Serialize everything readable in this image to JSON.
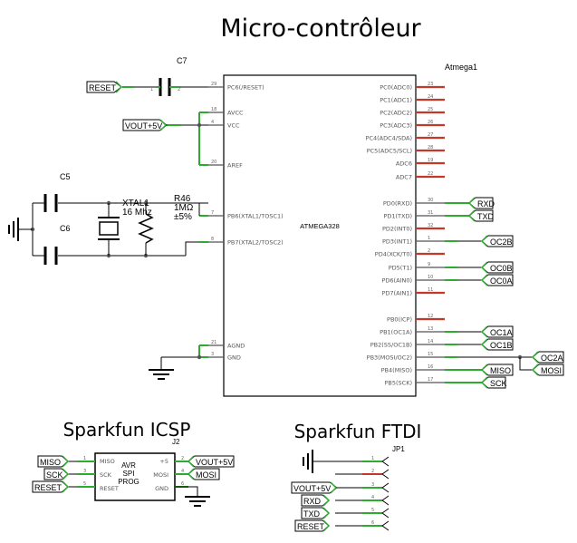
{
  "page_title": "Micro-contrôleur",
  "mcu": {
    "ref": "Atmega1",
    "name": "ATMEGA328",
    "left_pins": [
      {
        "label": "PC6(/RESET)",
        "num": "29"
      },
      {
        "label": "AVCC",
        "num": "18"
      },
      {
        "label": "VCC",
        "num": "4"
      },
      {
        "label": "AREF",
        "num": "20"
      },
      {
        "label": "PB6(XTAL1/TOSC1)",
        "num": "7"
      },
      {
        "label": "PB7(XTAL2/TOSC2)",
        "num": "8"
      },
      {
        "label": "AGND",
        "num": "21"
      },
      {
        "label": "GND",
        "num": "3"
      }
    ],
    "right_pins": [
      {
        "label": "PC0(ADC0)",
        "num": "23"
      },
      {
        "label": "PC1(ADC1)",
        "num": "24"
      },
      {
        "label": "PC2(ADC2)",
        "num": "25"
      },
      {
        "label": "PC3(ADC3)",
        "num": "26"
      },
      {
        "label": "PC4(ADC4/SDA)",
        "num": "27"
      },
      {
        "label": "PC5(ADC5/SCL)",
        "num": "28"
      },
      {
        "label": "ADC6",
        "num": "19"
      },
      {
        "label": "ADC7",
        "num": "22"
      },
      {
        "label": "PD0(RXD)",
        "num": "30"
      },
      {
        "label": "PD1(TXD)",
        "num": "31"
      },
      {
        "label": "PD2(INT0)",
        "num": "32"
      },
      {
        "label": "PD3(INT1)",
        "num": "1"
      },
      {
        "label": "PD4(XCK/T0)",
        "num": "2"
      },
      {
        "label": "PD5(T1)",
        "num": "9"
      },
      {
        "label": "PD6(AIN0)",
        "num": "10"
      },
      {
        "label": "PD7(AIN1)",
        "num": "11"
      },
      {
        "label": "PB0(ICP)",
        "num": "12"
      },
      {
        "label": "PB1(OC1A)",
        "num": "13"
      },
      {
        "label": "PB2(SS/OC1B)",
        "num": "14"
      },
      {
        "label": "PB3(MOSI/OC2)",
        "num": "15"
      },
      {
        "label": "PB4(MISO)",
        "num": "16"
      },
      {
        "label": "PB5(SCK)",
        "num": "17"
      }
    ]
  },
  "components": {
    "c7": "C7",
    "c5": "C5",
    "c6": "C6",
    "xtal_ref": "XTAL1",
    "xtal_value": "16 Mhz",
    "r46_ref": "R46",
    "r46_value": "1MΩ",
    "r46_tol": "±5%"
  },
  "net_labels": {
    "reset": "RESET",
    "vout": "VOUT+5V",
    "rxd": "RXD",
    "txd": "TXD",
    "oc2b": "OC2B",
    "oc0b": "OC0B",
    "oc0a": "OC0A",
    "oc1a": "OC1A",
    "oc1b": "OC1B",
    "oc2a": "OC2A",
    "mosi": "MOSI",
    "miso": "MISO",
    "sck": "SCK"
  },
  "icsp": {
    "title": "Sparkfun ICSP",
    "ref": "J2",
    "body_line1": "AVR",
    "body_line2": "SPI",
    "body_line3": "PROG",
    "pin_miso": "MISO",
    "pin_sck": "SCK",
    "pin_reset": "RESET",
    "pin_plus5": "+5",
    "pin_mosi": "MOSI",
    "pin_gnd": "GND",
    "num_1": "1",
    "num_2": "2",
    "num_3": "3",
    "num_4": "4",
    "num_5": "5",
    "num_6": "6"
  },
  "ftdi": {
    "title": "Sparkfun FTDI",
    "ref": "JP1",
    "nums": [
      "1",
      "2",
      "3",
      "4",
      "5",
      "6"
    ]
  }
}
